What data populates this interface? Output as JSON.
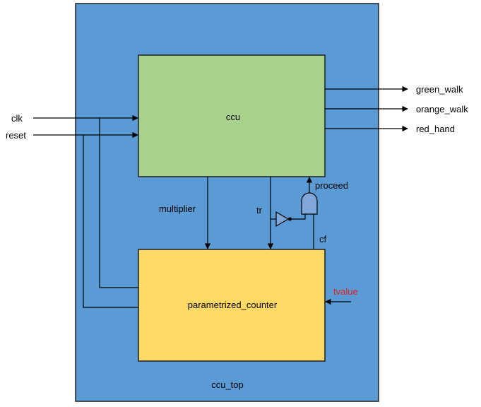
{
  "diagram": {
    "top_module": "ccu_top",
    "modules": {
      "ccu": "ccu",
      "counter": "parametrized_counter"
    },
    "inputs": {
      "clk": "clk",
      "reset": "reset",
      "tvalue": "tvalue"
    },
    "outputs": {
      "green_walk": "green_walk",
      "orange_walk": "orange_walk",
      "red_hand": "red_hand"
    },
    "signals": {
      "multiplier": "multiplier",
      "tr": "tr",
      "cf": "cf",
      "proceed": "proceed"
    },
    "gates": {
      "inverter": "not-gate",
      "and": "and-gate"
    }
  },
  "colors": {
    "top_fill": "#5b9bd5",
    "ccu_fill": "#a9d18e",
    "counter_fill": "#ffd966",
    "gate_fill": "#7fa7d9",
    "line": "#000000",
    "highlight_text": "#e0201b"
  }
}
